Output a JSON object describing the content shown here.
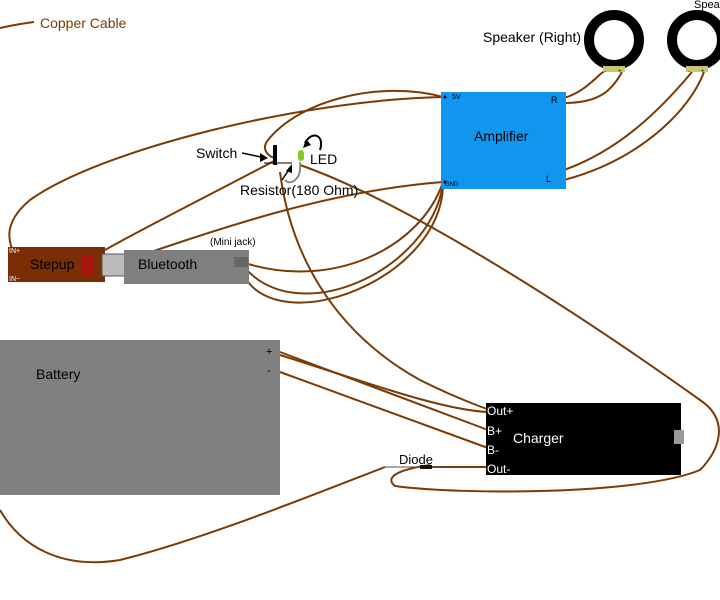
{
  "legend": {
    "label": "Copper Cable",
    "color": "#7a3b06"
  },
  "components": {
    "speaker_right": {
      "label": "Speaker (Right)"
    },
    "speaker_left": {
      "label": "Spea"
    },
    "amplifier": {
      "label": "Amplifier",
      "pin_5v": "5V",
      "pin_gnd": "GND",
      "pin_r": "R",
      "pin_l": "L"
    },
    "switch": {
      "label": "Switch"
    },
    "led": {
      "label": "LED"
    },
    "resistor": {
      "label": "Resistor(180 Ohm)"
    },
    "stepup": {
      "label": "Stepup",
      "pin_in_plus": "IN+",
      "pin_in_minus": "IN−"
    },
    "bluetooth": {
      "label": "Bluetooth",
      "jack_label": "(Mini jack)"
    },
    "battery": {
      "label": "Battery",
      "pin_plus": "+",
      "pin_minus": "-"
    },
    "charger": {
      "label": "Charger",
      "pins": [
        "Out+",
        "B+",
        "B-",
        "Out-"
      ]
    },
    "diode": {
      "label": "Diode"
    }
  },
  "colors": {
    "wire": "#7a3b06",
    "amplifier": "#1196f0",
    "stepup": "#7a2e06",
    "bluetooth": "#7f7f7f",
    "battery": "#808080",
    "charger": "#000000",
    "led": "#7fcf1c"
  }
}
